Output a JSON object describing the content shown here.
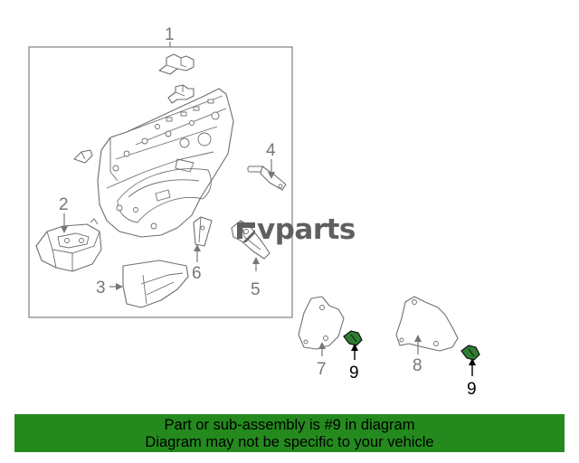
{
  "diagram": {
    "callouts": [
      {
        "id": "1",
        "label": "1"
      },
      {
        "id": "2",
        "label": "2"
      },
      {
        "id": "3",
        "label": "3"
      },
      {
        "id": "4",
        "label": "4"
      },
      {
        "id": "5",
        "label": "5"
      },
      {
        "id": "6",
        "label": "6"
      },
      {
        "id": "7",
        "label": "7"
      },
      {
        "id": "8",
        "label": "8"
      },
      {
        "id": "9a",
        "label": "9"
      },
      {
        "id": "9b",
        "label": "9"
      }
    ],
    "highlighted_part": "9",
    "highlight_color": "#2e7d32",
    "line_color": "#6e6e6e"
  },
  "watermark": {
    "text": "vparts",
    "logo_icon": "z-bracket-logo-icon"
  },
  "footer": {
    "line1": "Part or sub-assembly is #9 in diagram",
    "line2": "Diagram may not be specific to your vehicle",
    "background": "#248a1e"
  }
}
